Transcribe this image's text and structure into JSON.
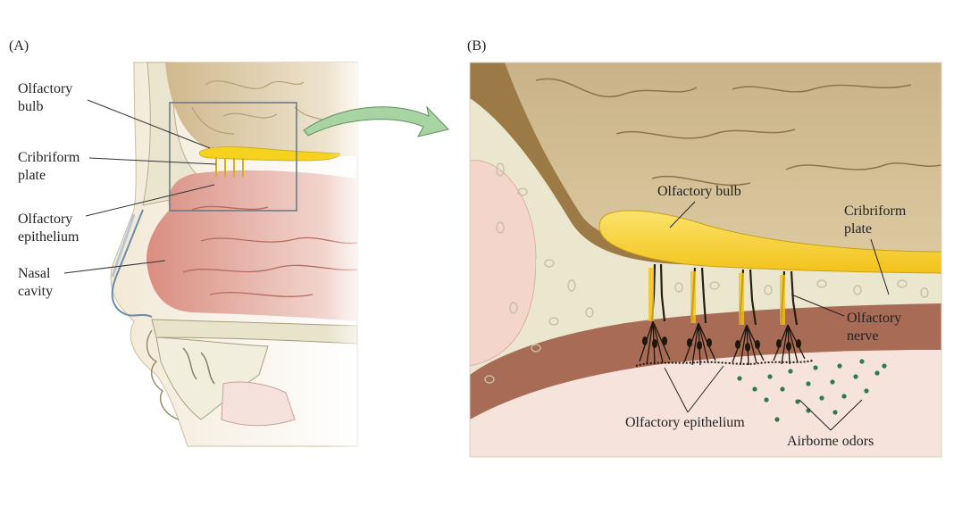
{
  "panel_a": {
    "id": "(A)",
    "labels": {
      "olfactory_bulb": [
        "Olfactory",
        "bulb"
      ],
      "cribriform_plate": [
        "Cribriform",
        "plate"
      ],
      "olfactory_epithelium": [
        "Olfactory",
        "epithelium"
      ],
      "nasal_cavity": [
        "Nasal",
        "cavity"
      ]
    }
  },
  "panel_b": {
    "id": "(B)",
    "labels": {
      "olfactory_bulb": "Olfactory bulb",
      "cribriform_plate": [
        "Cribriform",
        "plate"
      ],
      "olfactory_nerve": [
        "Olfactory",
        "nerve"
      ],
      "olfactory_epithelium": "Olfactory epithelium",
      "airborne_odors": "Airborne odors"
    }
  },
  "colors": {
    "brain": "#d8c49a",
    "bone": "#e8e4cc",
    "mucosa": "#e0a090",
    "bulb": "#f5d21e",
    "arrow": "#9fd19f"
  }
}
